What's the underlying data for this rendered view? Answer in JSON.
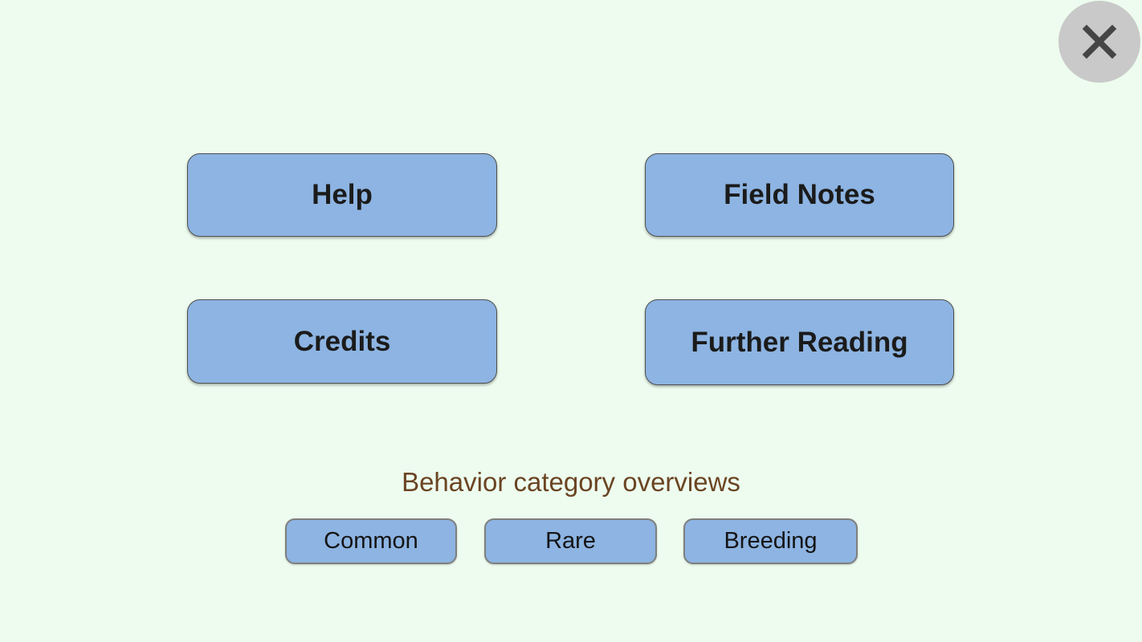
{
  "colors": {
    "background": "#EDFCEE",
    "button_blue": "#8DB4E2",
    "button_border_dark": "#4F4F4F",
    "button_border_gray": "#7F7F7F",
    "button_text": "#1B1B1B",
    "heading_brown": "#6B4423",
    "close_circle": "#C9C9C9",
    "close_x": "#454545"
  },
  "close_button": {
    "icon": "close-x"
  },
  "menu": {
    "buttons": [
      {
        "id": "help",
        "label": "Help"
      },
      {
        "id": "field-notes",
        "label": "Field Notes"
      },
      {
        "id": "credits",
        "label": "Credits"
      },
      {
        "id": "further-reading",
        "label": "Further Reading"
      }
    ]
  },
  "categories": {
    "heading": "Behavior category overviews",
    "buttons": [
      {
        "id": "common",
        "label": "Common"
      },
      {
        "id": "rare",
        "label": "Rare"
      },
      {
        "id": "breeding",
        "label": "Breeding"
      }
    ]
  }
}
